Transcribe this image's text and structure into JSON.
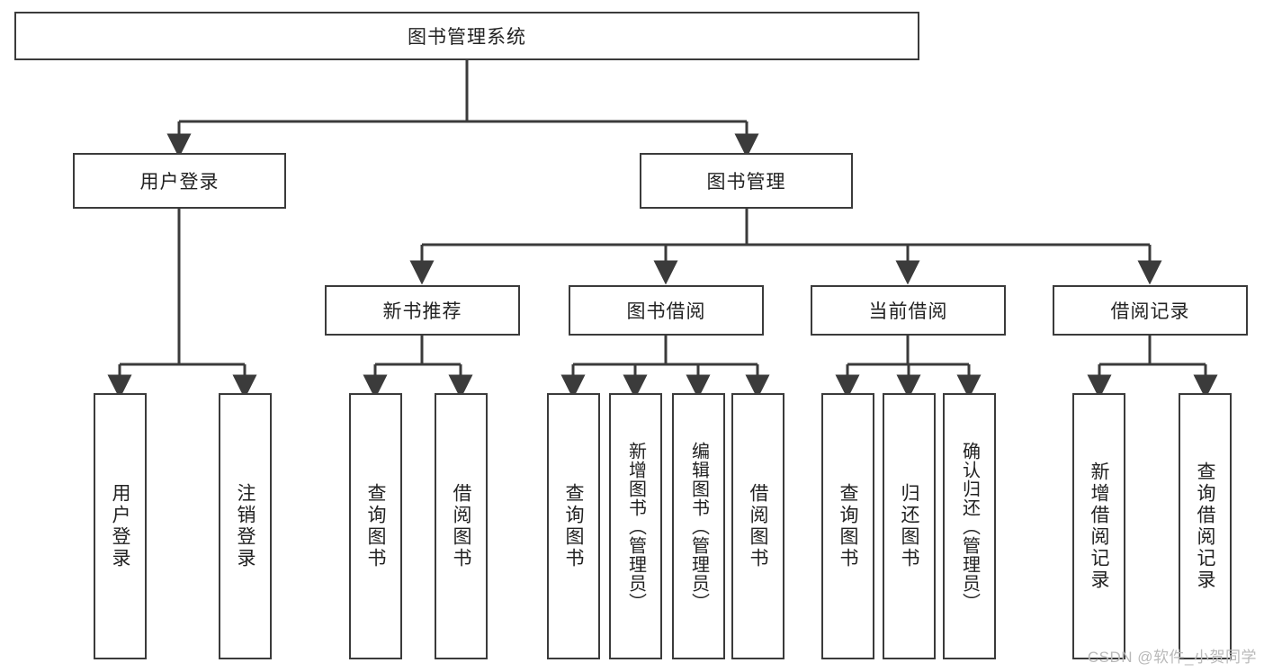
{
  "diagram": {
    "type": "tree-hierarchy",
    "title": "图书管理系统",
    "watermark": "CSDN @软件_小贺同学",
    "colors": {
      "background": "#ffffff",
      "box_border": "#3b3b3b",
      "box_fill": "#ffffff",
      "text": "#222222",
      "connector": "#3b3b3b",
      "watermark": "#b9b9b9"
    },
    "root": {
      "id": "root",
      "label": "图书管理系统",
      "level": 0
    },
    "level1": [
      {
        "id": "user-login",
        "label": "用户登录"
      },
      {
        "id": "book-manage",
        "label": "图书管理"
      }
    ],
    "level2": [
      {
        "id": "new-book-rec",
        "label": "新书推荐",
        "parent": "book-manage"
      },
      {
        "id": "book-borrow",
        "label": "图书借阅",
        "parent": "book-manage"
      },
      {
        "id": "current-borrow",
        "label": "当前借阅",
        "parent": "book-manage"
      },
      {
        "id": "borrow-record",
        "label": "借阅记录",
        "parent": "book-manage"
      }
    ],
    "leaves": {
      "user-login": [
        {
          "id": "leaf-user-login",
          "label": "用户登录"
        },
        {
          "id": "leaf-user-logout",
          "label": "注销登录"
        }
      ],
      "new-book-rec": [
        {
          "id": "leaf-query-book-1",
          "label": "查询图书"
        },
        {
          "id": "leaf-borrow-book-1",
          "label": "借阅图书"
        }
      ],
      "book-borrow": [
        {
          "id": "leaf-query-book-2",
          "label": "查询图书"
        },
        {
          "id": "leaf-add-book",
          "label": "新增图书（管理员）"
        },
        {
          "id": "leaf-edit-book",
          "label": "编辑图书（管理员）"
        },
        {
          "id": "leaf-borrow-book-2",
          "label": "借阅图书"
        }
      ],
      "current-borrow": [
        {
          "id": "leaf-query-book-3",
          "label": "查询图书"
        },
        {
          "id": "leaf-return-book",
          "label": "归还图书"
        },
        {
          "id": "leaf-confirm-return",
          "label": "确认归还（管理员）"
        }
      ],
      "borrow-record": [
        {
          "id": "leaf-add-record",
          "label": "新增借阅记录"
        },
        {
          "id": "leaf-query-record",
          "label": "查询借阅记录"
        }
      ]
    }
  }
}
